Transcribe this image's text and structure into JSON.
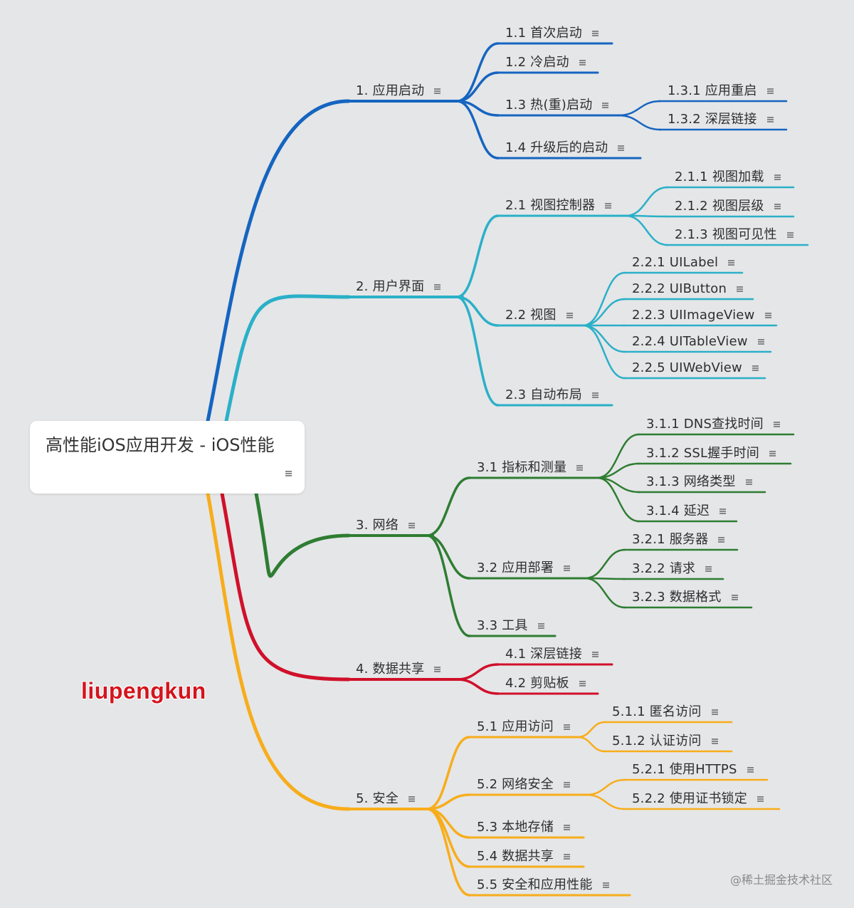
{
  "root": {
    "label": "高性能iOS应用开发 - iOS性能"
  },
  "branches": [
    {
      "label": "1. 应用启动",
      "color": "#1565c0",
      "children": [
        {
          "label": "1.1 首次启动",
          "children": []
        },
        {
          "label": "1.2 冷启动",
          "children": []
        },
        {
          "label": "1.3 热(重)启动",
          "children": [
            {
              "label": "1.3.1 应用重启"
            },
            {
              "label": "1.3.2 深层链接"
            }
          ]
        },
        {
          "label": "1.4 升级后的启动",
          "children": []
        }
      ]
    },
    {
      "label": "2. 用户界面",
      "color": "#2ab0c8",
      "children": [
        {
          "label": "2.1 视图控制器",
          "children": [
            {
              "label": "2.1.1 视图加载"
            },
            {
              "label": "2.1.2 视图层级"
            },
            {
              "label": "2.1.3 视图可见性"
            }
          ]
        },
        {
          "label": "2.2 视图",
          "children": [
            {
              "label": "2.2.1 UILabel"
            },
            {
              "label": "2.2.2 UIButton"
            },
            {
              "label": "2.2.3 UIImageView"
            },
            {
              "label": "2.2.4 UITableView"
            },
            {
              "label": "2.2.5 UIWebView"
            }
          ]
        },
        {
          "label": "2.3 自动布局",
          "children": []
        }
      ]
    },
    {
      "label": "3. 网络",
      "color": "#2e7d32",
      "children": [
        {
          "label": "3.1 指标和测量",
          "children": [
            {
              "label": "3.1.1 DNS查找时间"
            },
            {
              "label": "3.1.2 SSL握手时间"
            },
            {
              "label": "3.1.3 网络类型"
            },
            {
              "label": "3.1.4 延迟"
            }
          ]
        },
        {
          "label": "3.2 应用部署",
          "children": [
            {
              "label": "3.2.1 服务器"
            },
            {
              "label": "3.2.2 请求"
            },
            {
              "label": "3.2.3 数据格式"
            }
          ]
        },
        {
          "label": "3.3 工具",
          "children": []
        }
      ]
    },
    {
      "label": "4. 数据共享",
      "color": "#d0102a",
      "children": [
        {
          "label": "4.1 深层链接",
          "children": []
        },
        {
          "label": "4.2 剪贴板",
          "children": []
        }
      ]
    },
    {
      "label": "5. 安全",
      "color": "#f7ad1b",
      "children": [
        {
          "label": "5.1 应用访问",
          "children": [
            {
              "label": "5.1.1 匿名访问"
            },
            {
              "label": "5.1.2 认证访问"
            }
          ]
        },
        {
          "label": "5.2 网络安全",
          "children": [
            {
              "label": "5.2.1 使用HTTPS"
            },
            {
              "label": "5.2.2 使用证书锁定"
            }
          ]
        },
        {
          "label": "5.3 本地存储",
          "children": []
        },
        {
          "label": "5.4 数据共享",
          "children": []
        },
        {
          "label": "5.5 安全和应用性能",
          "children": []
        }
      ]
    }
  ],
  "watermark": {
    "author": "liupengkun",
    "site": "@稀土掘金技术社区"
  }
}
